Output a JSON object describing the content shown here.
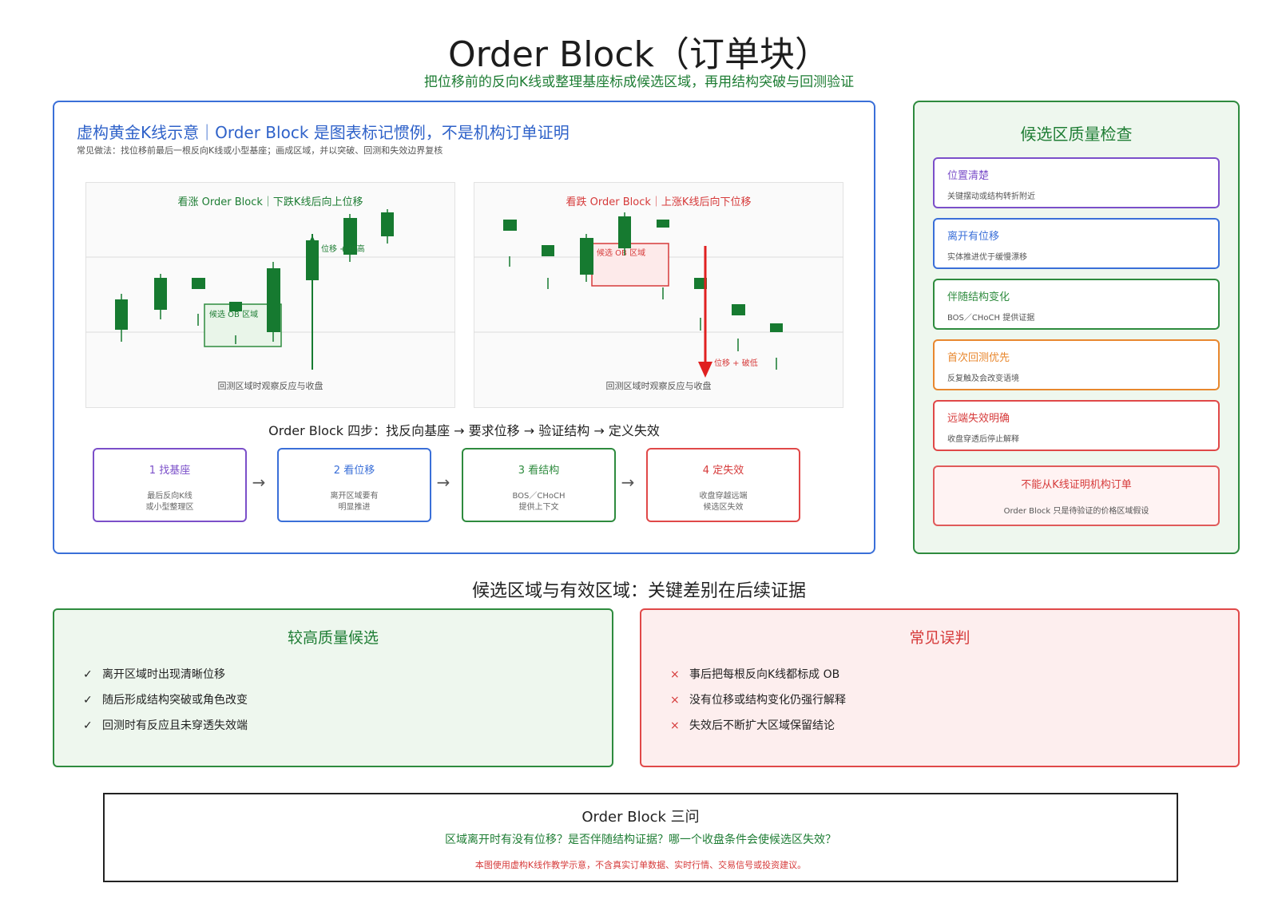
{
  "header": {
    "title": "Order Block（订单块）",
    "subtitle": "把位移前的反向K线或整理基座标成候选区域，再用结构突破与回测验证"
  },
  "main": {
    "heading": "虚构黄金K线示意｜Order Block 是图表标记惯例，不是机构订单证明",
    "note": "常见做法：找位移前最后一根反向K线或小型基座；画成区域，并以突破、回测和失效边界复核",
    "bull_chart": {
      "title": "看涨 Order Block｜下跌K线后向上位移",
      "zone_label": "候选 OB 区域",
      "move_label": "位移 + 破高",
      "footer": "回测区域时观察反应与收盘"
    },
    "bear_chart": {
      "title": "看跌 Order Block｜上涨K线后向下位移",
      "zone_label": "候选 OB 区域",
      "move_label": "位移 + 破低",
      "footer": "回测区域时观察反应与收盘"
    },
    "steps_heading": "Order Block 四步：找反向基座 → 要求位移 → 验证结构 → 定义失效",
    "steps": [
      {
        "title": "1 找基座",
        "line1": "最后反向K线",
        "line2": "或小型整理区"
      },
      {
        "title": "2 看位移",
        "line1": "离开区域要有",
        "line2": "明显推进"
      },
      {
        "title": "3 看结构",
        "line1": "BOS／CHoCH",
        "line2": "提供上下文"
      },
      {
        "title": "4 定失效",
        "line1": "收盘穿越远端",
        "line2": "候选区失效"
      }
    ],
    "step_arrow": "→"
  },
  "quality_check": {
    "heading": "候选区质量检查",
    "items": [
      {
        "title": "位置清楚",
        "desc": "关键摆动或结构转折附近"
      },
      {
        "title": "离开有位移",
        "desc": "实体推进优于缓慢漂移"
      },
      {
        "title": "伴随结构变化",
        "desc": "BOS／CHoCH 提供证据"
      },
      {
        "title": "首次回测优先",
        "desc": "反复触及会改变语境"
      },
      {
        "title": "远端失效明确",
        "desc": "收盘穿透后停止解释"
      }
    ],
    "warning": {
      "title": "不能从K线证明机构订单",
      "desc": "Order Block 只是待验证的价格区域假设"
    }
  },
  "compare": {
    "heading": "候选区域与有效区域：关键差别在后续证据",
    "good": {
      "title": "较高质量候选",
      "mark": "✓",
      "items": [
        "离开区域时出现清晰位移",
        "随后形成结构突破或角色改变",
        "回测时有反应且未穿透失效端"
      ]
    },
    "bad": {
      "title": "常见误判",
      "mark": "×",
      "items": [
        "事后把每根反向K线都标成 OB",
        "没有位移或结构变化仍强行解释",
        "失效后不断扩大区域保留结论"
      ]
    }
  },
  "three_questions": {
    "title": "Order Block 三问",
    "text": "区域离开时有没有位移？是否伴随结构证据？哪一个收盘条件会使候选区失效？",
    "disclaimer": "本图使用虚构K线作教学示意，不含真实订单数据、实时行情、交易信号或投资建议。"
  },
  "colors": {
    "blue": "#3a6fd8",
    "green": "#2e8b3e",
    "candle_green": "#167a30",
    "red": "#d63a3a",
    "purple": "#7b4fc9",
    "orange": "#e8872e"
  }
}
